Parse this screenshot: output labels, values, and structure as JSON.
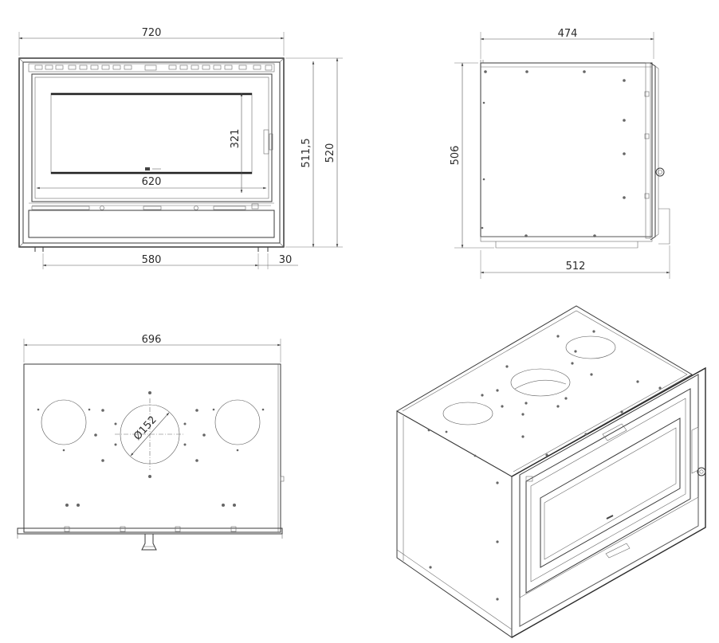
{
  "front_view": {
    "dimensions": {
      "overall_width": "720",
      "overall_height": "520",
      "inner_height": "511,5",
      "glass_height": "321",
      "glass_width": "620",
      "base_width": "580",
      "side_offset": "30"
    }
  },
  "side_view": {
    "dimensions": {
      "depth_top": "474",
      "height": "506",
      "depth_bottom": "512"
    }
  },
  "top_view": {
    "dimensions": {
      "width": "696",
      "flue_diameter": "Ø152"
    }
  }
}
